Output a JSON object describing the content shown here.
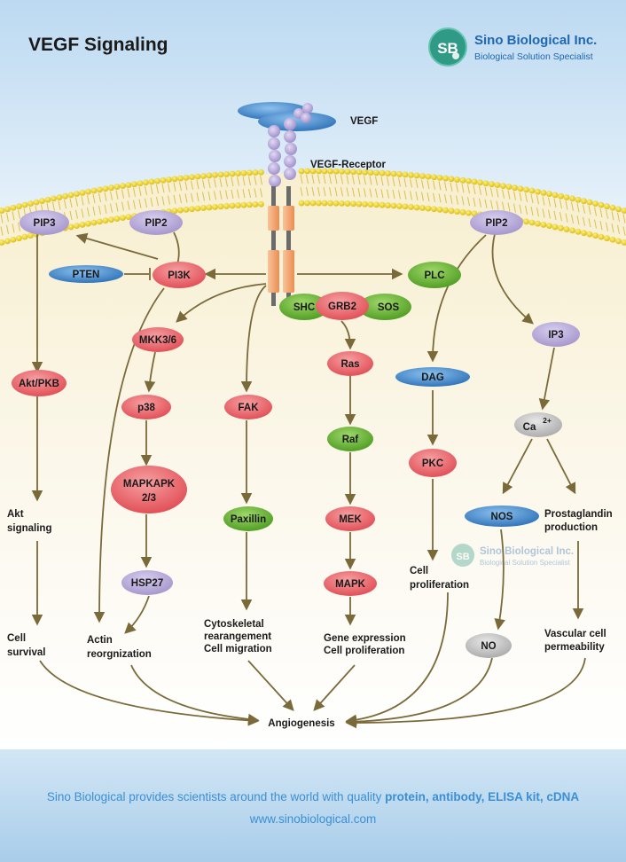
{
  "title": "VEGF Signaling",
  "brand": {
    "logo_letters": "SB",
    "name": "Sino Biological Inc.",
    "tagline": "Biological Solution Specialist"
  },
  "watermark": {
    "logo_letters": "SB",
    "name": "Sino Biological Inc.",
    "tagline": "Biological Solution Specialist"
  },
  "ligand_label": "VEGF",
  "receptor_label": "VEGF-Receptor",
  "nodes": {
    "pip3": "PIP3",
    "pip2_left": "PIP2",
    "pip2_right": "PIP2",
    "pten": "PTEN",
    "pi3k": "PI3K",
    "plc": "PLC",
    "shc": "SHC",
    "grb2": "GRB2",
    "sos": "SOS",
    "mkk36": "MKK3/6",
    "p38": "p38",
    "mapkapk_1": "MAPKAPK",
    "mapkapk_2": "2/3",
    "hsp27": "HSP27",
    "fak": "FAK",
    "paxillin": "Paxillin",
    "ras": "Ras",
    "raf": "Raf",
    "mek": "MEK",
    "mapk": "MAPK",
    "dag": "DAG",
    "pkc": "PKC",
    "ip3": "IP3",
    "ca": "Ca",
    "ca_sup": "2+",
    "nos": "NOS",
    "no": "NO",
    "akt": "Akt/PKB"
  },
  "outcomes": {
    "akt_signaling": [
      "Akt",
      "signaling"
    ],
    "cell_survival": [
      "Cell",
      "survival"
    ],
    "actin": [
      "Actin",
      "reorgnization"
    ],
    "cytoskeletal": [
      "Cytoskeletal",
      "rearangement",
      "Cell migration"
    ],
    "gene_expression": [
      "Gene expression",
      "Cell proliferation"
    ],
    "cell_proliferation": [
      "Cell",
      "proliferation"
    ],
    "prostaglandin": [
      "Prostaglandin",
      "production"
    ],
    "vascular": [
      "Vascular cell",
      "permeability"
    ],
    "angiogenesis": "Angiogenesis"
  },
  "footer": {
    "text_prefix": "Sino Biological provides scientists around the world with quality ",
    "text_highlight": "protein, antibody, ELISA kit, cDNA",
    "url": "www.sinobiological.com"
  },
  "colors": {
    "purple": "#b3a6d6",
    "red": "#e8646a",
    "green": "#62b22f",
    "blue": "#3d84c8",
    "gray": "#bdbdbd",
    "arrow": "#7a6a3a",
    "footer_text": "#3a8fd6",
    "brand_blue": "#1f67b0"
  }
}
